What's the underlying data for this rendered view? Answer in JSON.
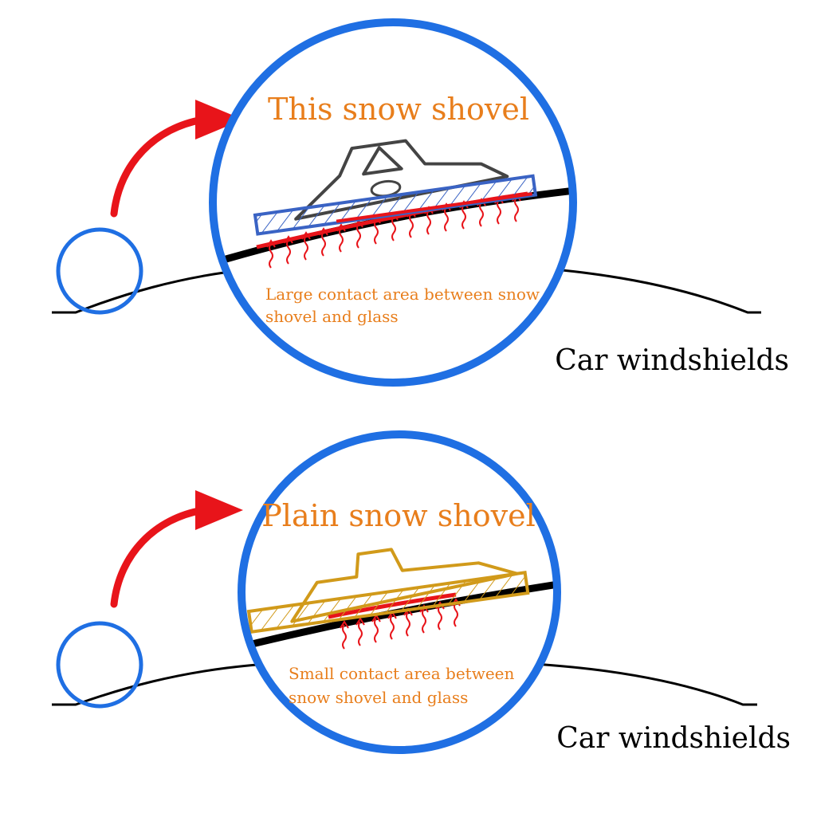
{
  "colors": {
    "ring": "#1f6fe3",
    "arrow": "#e8141a",
    "glass": "#000000",
    "accent_text": "#e87e1c",
    "good_blade": "#3a63c4",
    "good_handle": "#444444",
    "bad_blade": "#d19a1a",
    "contact": "#e8141a"
  },
  "panels": [
    {
      "title": "This snow shovel",
      "caption_lines": [
        "Large contact area between snow",
        "shovel and glass"
      ],
      "label": "Car windshields"
    },
    {
      "title": "Plain snow shovel",
      "caption_lines": [
        "Small contact area between",
        "snow shovel and glass"
      ],
      "label": "Car windshields"
    }
  ]
}
